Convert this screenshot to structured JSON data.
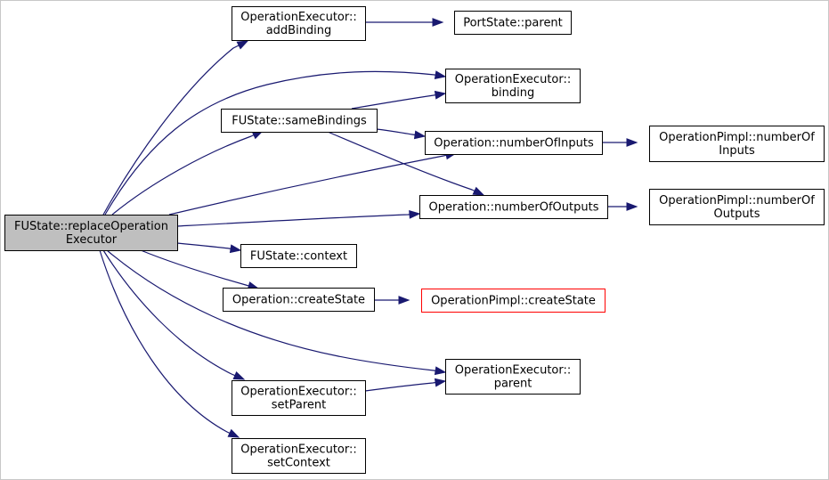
{
  "diagram": {
    "nodes": {
      "replace": {
        "lines": [
          "FUState::replaceOperation",
          "Executor"
        ],
        "root": true
      },
      "addBinding": {
        "lines": [
          "OperationExecutor::",
          "addBinding"
        ]
      },
      "portParent": {
        "lines": [
          "PortState::parent"
        ]
      },
      "binding": {
        "lines": [
          "OperationExecutor::",
          "binding"
        ]
      },
      "sameBindings": {
        "lines": [
          "FUState::sameBindings"
        ]
      },
      "numInputs": {
        "lines": [
          "Operation::numberOfInputs"
        ]
      },
      "pimplInputs": {
        "lines": [
          "OperationPimpl::numberOf",
          "Inputs"
        ]
      },
      "numOutputs": {
        "lines": [
          "Operation::numberOfOutputs"
        ]
      },
      "pimplOutputs": {
        "lines": [
          "OperationPimpl::numberOf",
          "Outputs"
        ]
      },
      "context": {
        "lines": [
          "FUState::context"
        ]
      },
      "createState": {
        "lines": [
          "Operation::createState"
        ]
      },
      "pimplCreate": {
        "lines": [
          "OperationPimpl::createState"
        ],
        "border": "#ff0000"
      },
      "execParent": {
        "lines": [
          "OperationExecutor::",
          "parent"
        ]
      },
      "setParent": {
        "lines": [
          "OperationExecutor::",
          "setParent"
        ]
      },
      "setContext": {
        "lines": [
          "OperationExecutor::",
          "setContext"
        ]
      }
    },
    "edges": [
      {
        "from": "replace",
        "to": "addBinding"
      },
      {
        "from": "replace",
        "to": "binding"
      },
      {
        "from": "replace",
        "to": "sameBindings"
      },
      {
        "from": "replace",
        "to": "numInputs"
      },
      {
        "from": "replace",
        "to": "numOutputs"
      },
      {
        "from": "replace",
        "to": "context"
      },
      {
        "from": "replace",
        "to": "createState"
      },
      {
        "from": "replace",
        "to": "execParent"
      },
      {
        "from": "replace",
        "to": "setParent"
      },
      {
        "from": "replace",
        "to": "setContext"
      },
      {
        "from": "addBinding",
        "to": "portParent"
      },
      {
        "from": "sameBindings",
        "to": "binding"
      },
      {
        "from": "sameBindings",
        "to": "numInputs"
      },
      {
        "from": "sameBindings",
        "to": "numOutputs"
      },
      {
        "from": "numInputs",
        "to": "pimplInputs"
      },
      {
        "from": "numOutputs",
        "to": "pimplOutputs"
      },
      {
        "from": "createState",
        "to": "pimplCreate"
      },
      {
        "from": "setParent",
        "to": "execParent"
      }
    ],
    "colors": {
      "edge": "#191970",
      "root_fill": "#bfbfbf",
      "node_fill": "#ffffff",
      "node_border": "#000000"
    }
  }
}
